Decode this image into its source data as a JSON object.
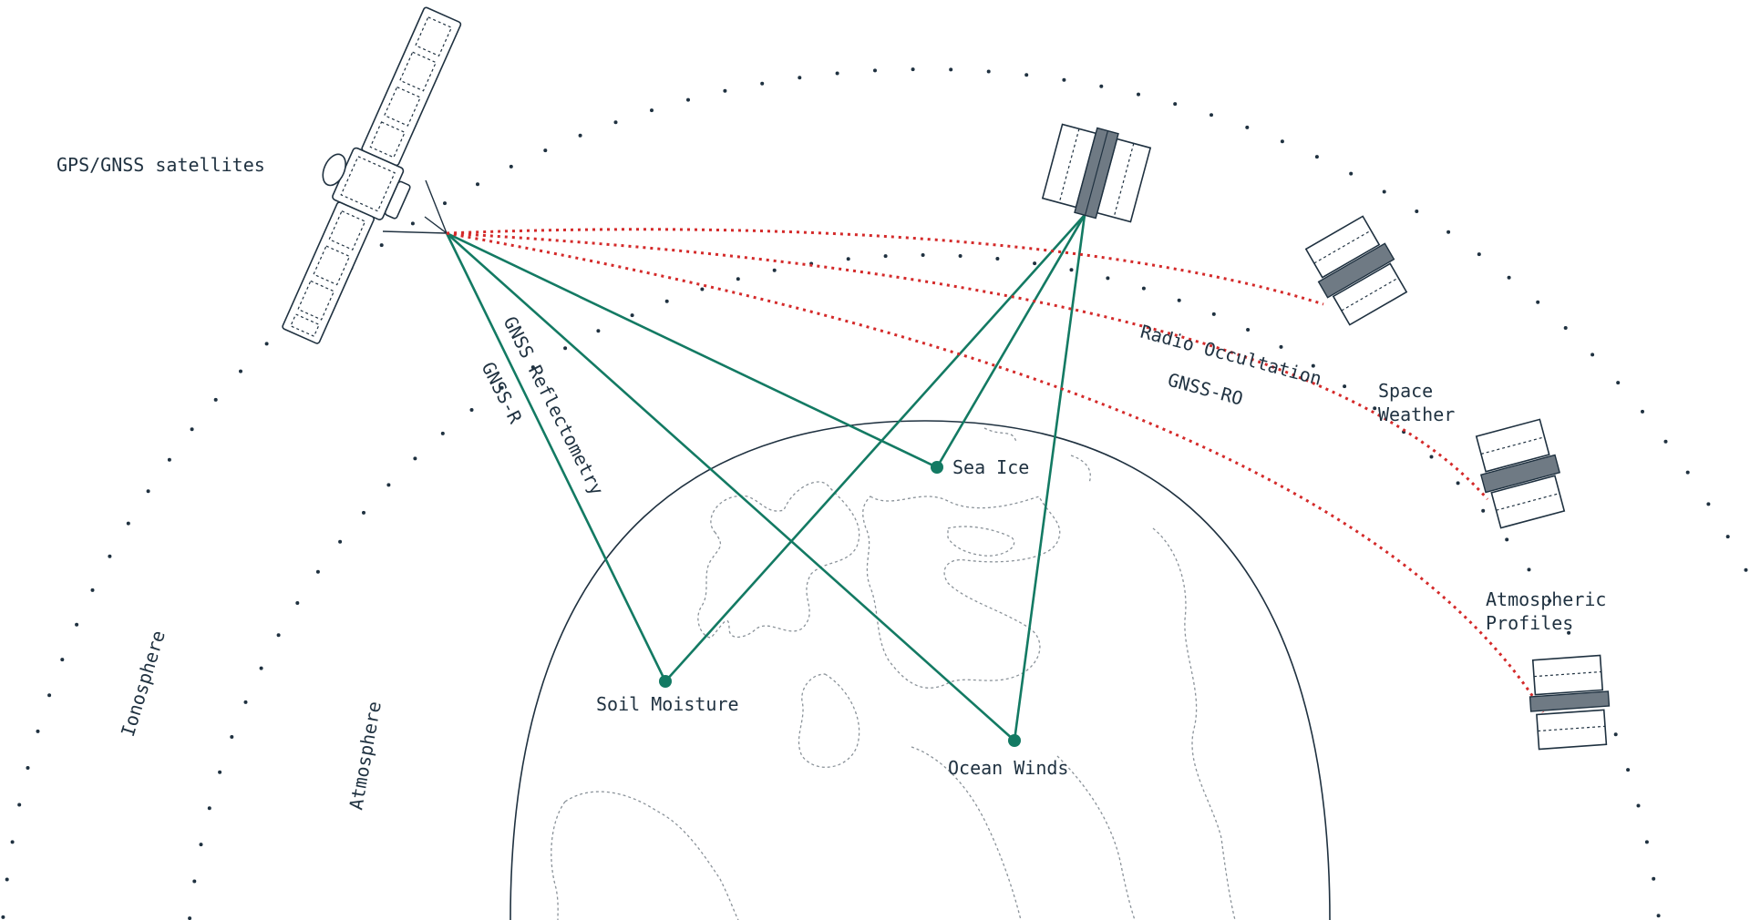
{
  "labels": {
    "gnss_satellites": "GPS/GNSS satellites",
    "ionosphere": "Ionosphere",
    "atmosphere": "Atmosphere",
    "gnss_reflectometry": "GNSS Reflectometry",
    "gnss_r": "GNSS-R",
    "radio_occultation": "Radio Occultation",
    "gnss_ro": "GNSS-RO",
    "space_weather_1": "Space",
    "space_weather_2": "Weather",
    "atmospheric_profiles_1": "Atmospheric",
    "atmospheric_profiles_2": "Profiles",
    "sea_ice": "Sea Ice",
    "soil_moisture": "Soil Moisture",
    "ocean_winds": "Ocean Winds"
  },
  "colors": {
    "ink": "#1f3140",
    "reflectometry_green": "#137a63",
    "occultation_red": "#d42a2a",
    "land_outline": "#8a9299"
  }
}
